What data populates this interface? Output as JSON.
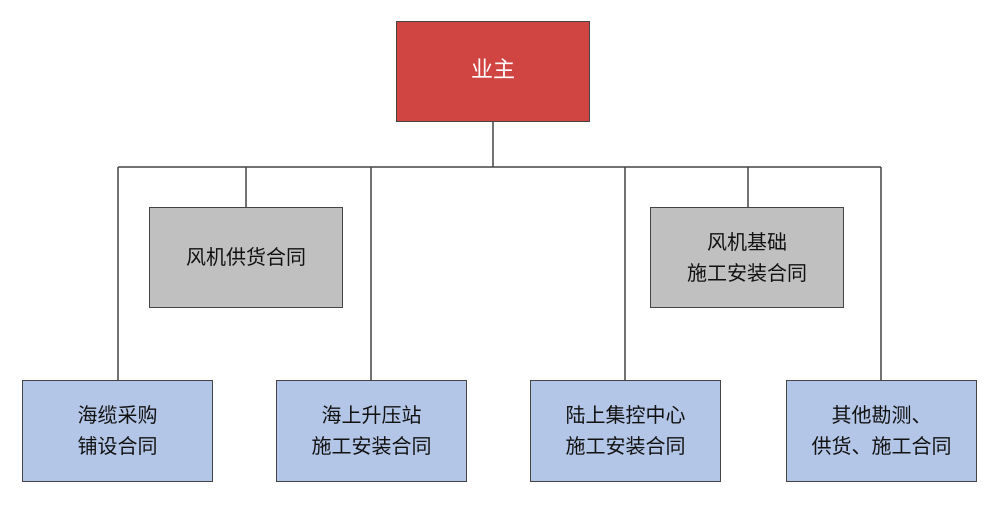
{
  "nodes": {
    "owner": {
      "lines": [
        "业主"
      ]
    },
    "turbine_supply": {
      "lines": [
        "风机供货合同"
      ]
    },
    "turbine_foundation": {
      "lines": [
        "风机基础",
        "施工安装合同"
      ]
    },
    "cable": {
      "lines": [
        "海缆采购",
        "铺设合同"
      ]
    },
    "substation": {
      "lines": [
        "海上升压站",
        "施工安装合同"
      ]
    },
    "control_center": {
      "lines": [
        "陆上集控中心",
        "施工安装合同"
      ]
    },
    "other": {
      "lines": [
        "其他勘测、",
        "供货、施工合同"
      ]
    }
  },
  "colors": {
    "owner_fill": "#d04541",
    "secondary_fill": "#c0c0c0",
    "contract_fill": "#b4c6e7",
    "connector_stroke": "#444444"
  },
  "edges": [
    [
      "owner",
      "turbine_supply"
    ],
    [
      "owner",
      "turbine_foundation"
    ],
    [
      "owner",
      "cable"
    ],
    [
      "owner",
      "substation"
    ],
    [
      "owner",
      "control_center"
    ],
    [
      "owner",
      "other"
    ]
  ]
}
